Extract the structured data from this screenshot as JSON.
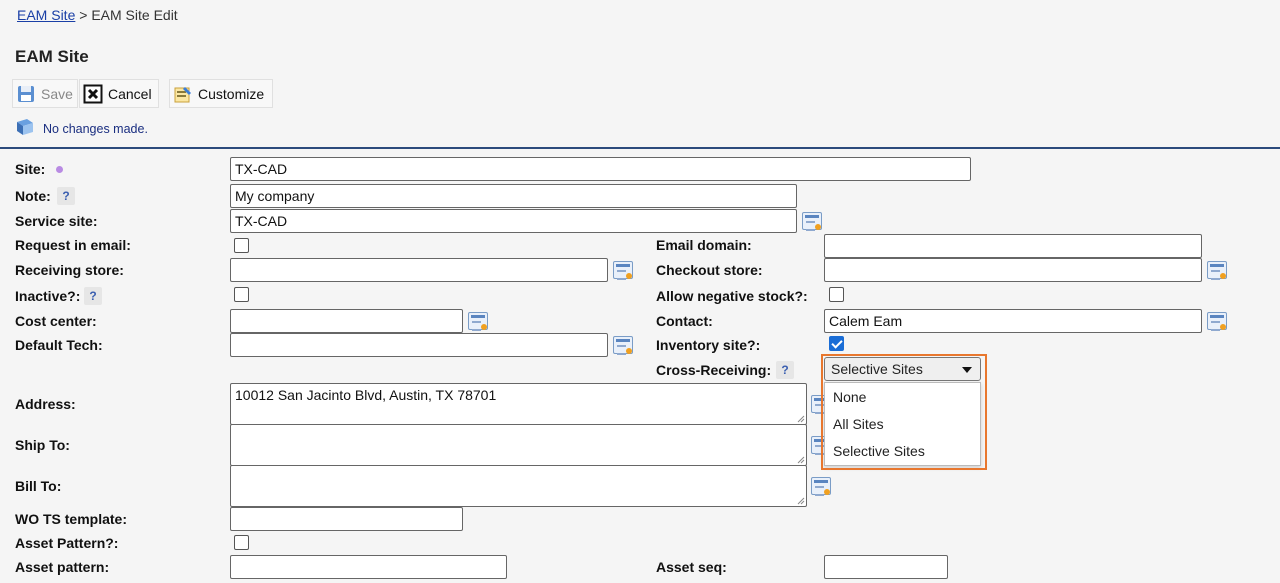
{
  "breadcrumb": {
    "link": "EAM Site",
    "separator": " > ",
    "current": "EAM Site Edit"
  },
  "page_title": "EAM Site",
  "toolbar": {
    "save_label": "Save",
    "cancel_label": "Cancel",
    "customize_label": "Customize"
  },
  "status_message": "No changes made.",
  "form": {
    "site": {
      "label": "Site:",
      "value": "TX-CAD"
    },
    "note": {
      "label": "Note:",
      "value": "My company"
    },
    "service_site": {
      "label": "Service site:",
      "value": "TX-CAD"
    },
    "request_in_email": {
      "label": "Request in email:",
      "checked": false
    },
    "email_domain": {
      "label": "Email domain:",
      "value": ""
    },
    "receiving_store": {
      "label": "Receiving store:",
      "value": ""
    },
    "checkout_store": {
      "label": "Checkout store:",
      "value": ""
    },
    "inactive": {
      "label": "Inactive?:",
      "checked": false
    },
    "allow_negative_stock": {
      "label": "Allow negative stock?:",
      "checked": false
    },
    "cost_center": {
      "label": "Cost center:",
      "value": ""
    },
    "contact": {
      "label": "Contact:",
      "value": "Calem Eam"
    },
    "default_tech": {
      "label": "Default Tech:",
      "value": ""
    },
    "inventory_site": {
      "label": "Inventory site?:",
      "checked": true
    },
    "cross_receiving": {
      "label": "Cross-Receiving:",
      "selected": "Selective Sites",
      "options": [
        "None",
        "All Sites",
        "Selective Sites"
      ]
    },
    "address": {
      "label": "Address:",
      "value": "10012 San Jacinto Blvd, Austin, TX 78701"
    },
    "ship_to": {
      "label": "Ship To:",
      "value": ""
    },
    "bill_to": {
      "label": "Bill To:",
      "value": ""
    },
    "wo_ts_template": {
      "label": "WO TS template:",
      "value": ""
    },
    "asset_pattern_flag": {
      "label": "Asset Pattern?:",
      "checked": false
    },
    "asset_pattern": {
      "label": "Asset pattern:",
      "value": ""
    },
    "asset_seq": {
      "label": "Asset seq:",
      "value": ""
    }
  },
  "help_glyph": "?",
  "colors": {
    "link": "#1a3fa6",
    "divider": "#2c4a7c",
    "checkbox_checked": "#1a6dd6",
    "highlight": "#e8772e",
    "required_dot": "#b98be3"
  }
}
